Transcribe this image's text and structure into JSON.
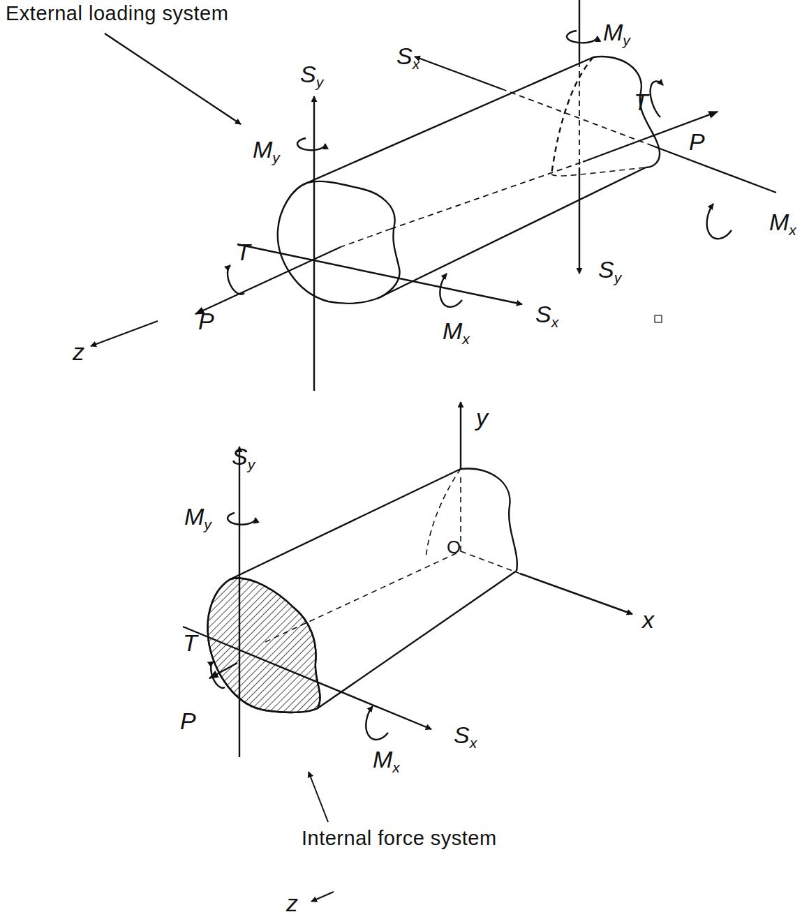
{
  "diagram": {
    "labels": [
      "External loading system",
      "Sy",
      "My",
      "Sx",
      "My",
      "T",
      "P",
      "Mx",
      "Sy",
      "T",
      "P",
      "Mx",
      "Sx",
      "z",
      "Sy",
      "My",
      "y",
      "O",
      "x",
      "T",
      "P",
      "Mx",
      "Sx",
      "Internal force system",
      "z"
    ]
  }
}
